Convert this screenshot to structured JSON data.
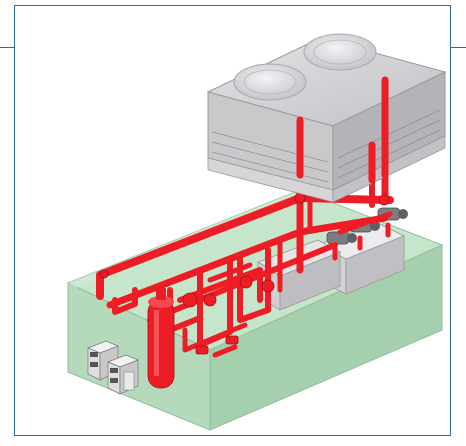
{
  "colors": {
    "frame": "#2e6ea6",
    "floor": "#c6e6cc",
    "piping": "#ee1c25",
    "cooling_tower": "#c9c9cc",
    "skid": "#dcdcdc",
    "cabinet": "#e2e2e2"
  },
  "components": {
    "cooling_tower": {
      "fans": 2
    },
    "pumps": 3,
    "expansion_tank": 1,
    "control_cabinets": 2
  }
}
